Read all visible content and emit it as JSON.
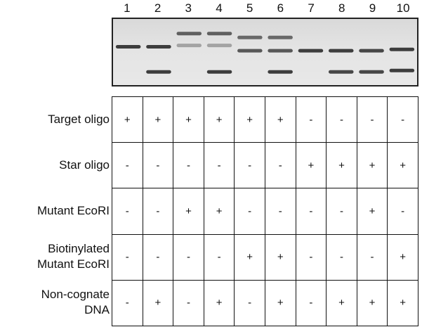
{
  "lanes": [
    "1",
    "2",
    "3",
    "4",
    "5",
    "6",
    "7",
    "8",
    "9",
    "10"
  ],
  "rows": [
    {
      "label_lines": [
        "Target oligo"
      ],
      "values": [
        "+",
        "+",
        "+",
        "+",
        "+",
        "+",
        "-",
        "-",
        "-",
        "-"
      ]
    },
    {
      "label_lines": [
        "Star oligo"
      ],
      "values": [
        "-",
        "-",
        "-",
        "-",
        "-",
        "-",
        "+",
        "+",
        "+",
        "+"
      ]
    },
    {
      "label_lines": [
        "Mutant EcoRI"
      ],
      "values": [
        "-",
        "-",
        "+",
        "+",
        "-",
        "-",
        "-",
        "-",
        "+",
        "-"
      ]
    },
    {
      "label_lines": [
        "Biotinylated",
        "Mutant EcoRI"
      ],
      "values": [
        "-",
        "-",
        "-",
        "-",
        "+",
        "+",
        "-",
        "-",
        "-",
        "+"
      ]
    },
    {
      "label_lines": [
        "Non-cognate",
        "DNA"
      ],
      "values": [
        "-",
        "+",
        "-",
        "+",
        "-",
        "+",
        "-",
        "+",
        "+",
        "+"
      ]
    }
  ],
  "gel": {
    "background": "#e2e2e2",
    "band_color": "#2a2a2a",
    "lanes": [
      {
        "bands": [
          {
            "level": 0.42,
            "strength": 0.9
          }
        ]
      },
      {
        "bands": [
          {
            "level": 0.42,
            "strength": 0.9
          },
          {
            "level": 0.8,
            "strength": 0.9
          }
        ]
      },
      {
        "bands": [
          {
            "level": 0.22,
            "strength": 0.7
          },
          {
            "level": 0.4,
            "strength": 0.35
          }
        ]
      },
      {
        "bands": [
          {
            "level": 0.22,
            "strength": 0.7
          },
          {
            "level": 0.4,
            "strength": 0.35
          },
          {
            "level": 0.8,
            "strength": 0.9
          }
        ]
      },
      {
        "bands": [
          {
            "level": 0.28,
            "strength": 0.65
          },
          {
            "level": 0.48,
            "strength": 0.75
          }
        ]
      },
      {
        "bands": [
          {
            "level": 0.28,
            "strength": 0.65
          },
          {
            "level": 0.48,
            "strength": 0.75
          },
          {
            "level": 0.8,
            "strength": 0.9
          }
        ]
      },
      {
        "bands": [
          {
            "level": 0.48,
            "strength": 0.9
          }
        ]
      },
      {
        "bands": [
          {
            "level": 0.48,
            "strength": 0.9
          },
          {
            "level": 0.8,
            "strength": 0.85
          }
        ]
      },
      {
        "bands": [
          {
            "level": 0.48,
            "strength": 0.85
          },
          {
            "level": 0.8,
            "strength": 0.85
          }
        ]
      },
      {
        "bands": [
          {
            "level": 0.46,
            "strength": 0.9
          },
          {
            "level": 0.78,
            "strength": 0.9
          }
        ]
      }
    ]
  }
}
